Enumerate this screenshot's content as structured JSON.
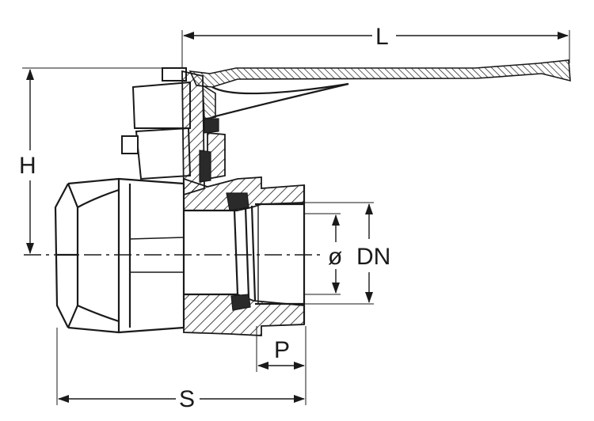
{
  "dimensions": {
    "length_label": "L",
    "height_label": "H",
    "bore_label": "ø",
    "nominal_diameter_label": "DN",
    "thread_depth_label": "P",
    "overall_length_label": "S"
  },
  "colors": {
    "ink": "#1a1a1a",
    "paper": "#ffffff"
  }
}
